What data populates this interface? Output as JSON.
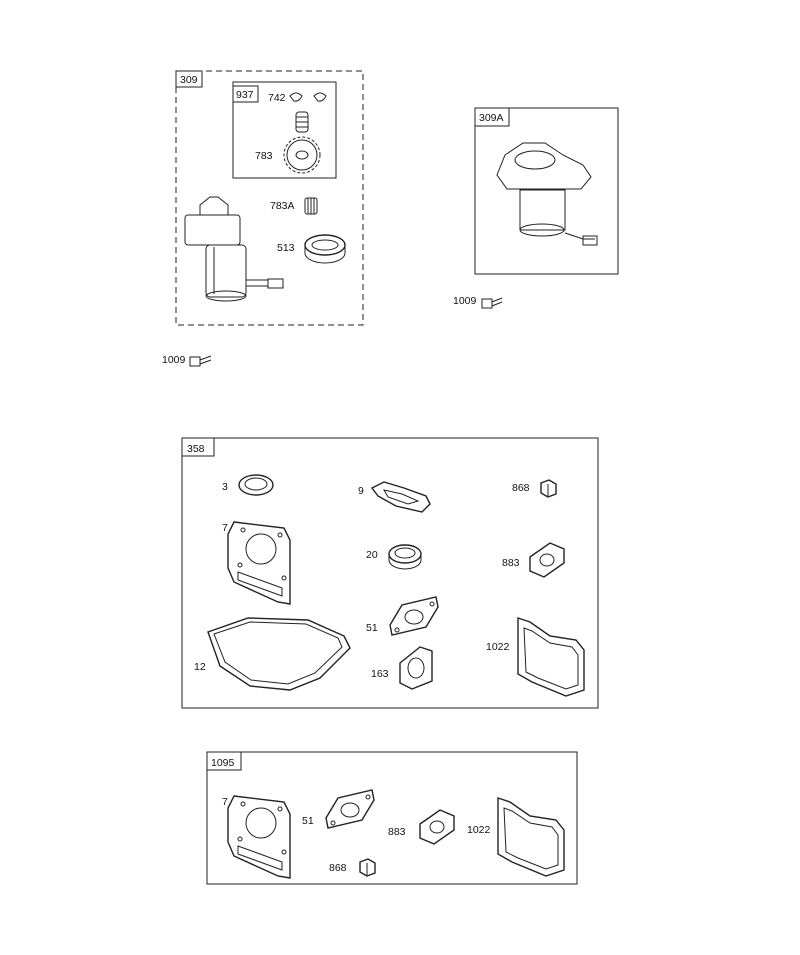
{
  "groups": {
    "g309": "309",
    "g937": "937",
    "g309A": "309A",
    "g358": "358",
    "g1095": "1095"
  },
  "labels": {
    "p742": "742",
    "p783": "783",
    "p783A": "783A",
    "p513": "513",
    "p1009_left": "1009",
    "p1009_right": "1009",
    "p3": "3",
    "p9": "9",
    "p868_a": "868",
    "p7_a": "7",
    "p20": "20",
    "p883_a": "883",
    "p51_a": "51",
    "p1022_a": "1022",
    "p12": "12",
    "p163": "163",
    "p7_b": "7",
    "p51_b": "51",
    "p883_b": "883",
    "p1022_b": "1022",
    "p868_b": "868"
  }
}
